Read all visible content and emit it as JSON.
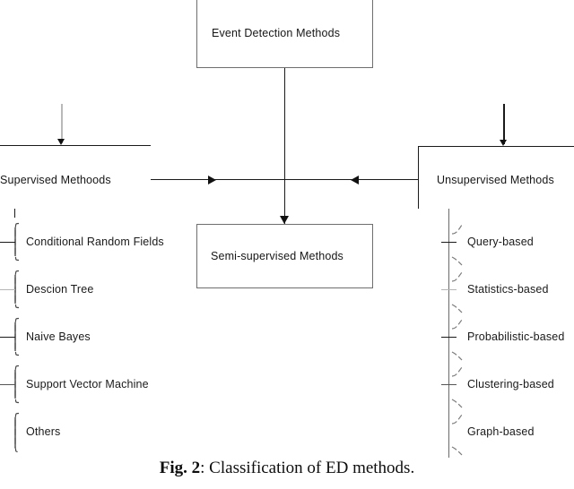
{
  "figure": {
    "root": {
      "label": "Event Detection Methods"
    },
    "branches": {
      "left": {
        "label": "Supervised Methoods"
      },
      "center": {
        "label": "Semi-supervised Methods"
      },
      "right": {
        "label": "Unsupervised Methods"
      }
    },
    "left_leaves": [
      {
        "label": "Conditional Random Fields"
      },
      {
        "label": "Descion Tree"
      },
      {
        "label": "Naive Bayes"
      },
      {
        "label": "Support Vector Machine"
      },
      {
        "label": "Others"
      }
    ],
    "right_leaves": [
      {
        "label": "Query-based"
      },
      {
        "label": "Statistics-based"
      },
      {
        "label": "Probabilistic-based"
      },
      {
        "label": "Clustering-based"
      },
      {
        "label": "Graph-based"
      }
    ],
    "caption": {
      "prefix": "Fig. 2",
      "text": ": Classification of ED methods."
    },
    "colors": {
      "line": "#1a1a1a",
      "line_grey": "#b5b5b5",
      "box_border": "#6e6e6e",
      "text": "#161616",
      "background": "#ffffff"
    }
  }
}
